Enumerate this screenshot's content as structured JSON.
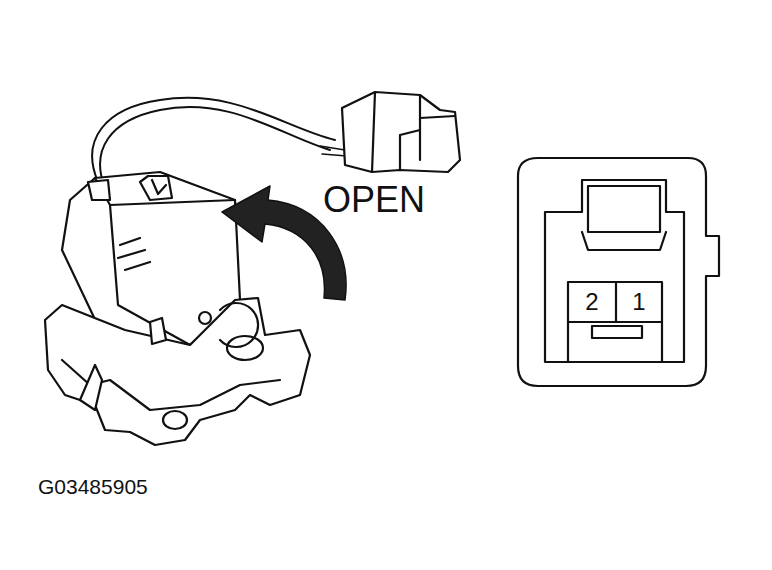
{
  "diagram": {
    "labels": [
      "OPEN",
      "2",
      "1",
      "G03485905"
    ]
  }
}
